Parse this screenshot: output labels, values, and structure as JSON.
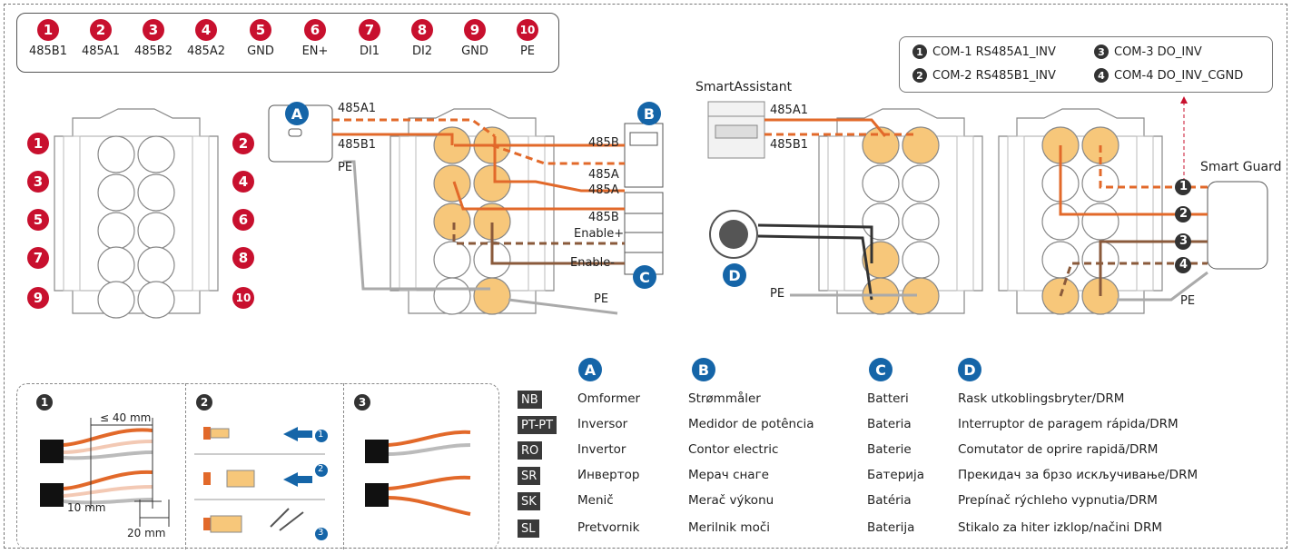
{
  "pins": [
    {
      "num": "1",
      "label": "485B1"
    },
    {
      "num": "2",
      "label": "485A1"
    },
    {
      "num": "3",
      "label": "485B2"
    },
    {
      "num": "4",
      "label": "485A2"
    },
    {
      "num": "5",
      "label": "GND"
    },
    {
      "num": "6",
      "label": "EN+"
    },
    {
      "num": "7",
      "label": "DI1"
    },
    {
      "num": "8",
      "label": "DI2"
    },
    {
      "num": "9",
      "label": "GND"
    },
    {
      "num": "10",
      "label": "PE"
    }
  ],
  "terminal_numbers": {
    "left": [
      "1",
      "3",
      "5",
      "7",
      "9"
    ],
    "right": [
      "2",
      "4",
      "6",
      "8",
      "10"
    ]
  },
  "com_legend": [
    {
      "num": "1",
      "text": "COM-1 RS485A1_INV"
    },
    {
      "num": "3",
      "text": "COM-3 DO_INV"
    },
    {
      "num": "2",
      "text": "COM-2 RS485B1_INV"
    },
    {
      "num": "4",
      "text": "COM-4 DO_INV_CGND"
    }
  ],
  "diagram1": {
    "badge_a": "A",
    "badge_b": "B",
    "badge_c": "C",
    "label_485a1": "485A1",
    "label_485b1": "485B1",
    "label_pe_left": "PE",
    "label_485b_meter": "485B",
    "label_485a_meter": "485A",
    "label_485a_batt": "485A",
    "label_485b_batt": "485B",
    "label_enable_plus": "Enable+",
    "label_enable_minus": "Enable-",
    "label_pe_right": "PE"
  },
  "diagram2": {
    "smartassistant": "SmartAssistant",
    "label_485a1": "485A1",
    "label_485b1": "485B1",
    "badge_d": "D",
    "label_pe": "PE"
  },
  "diagram3": {
    "smart_guard": "Smart Guard",
    "pins": [
      "1",
      "2",
      "3",
      "4"
    ],
    "label_pe": "PE"
  },
  "steps": {
    "s1": "1",
    "s2": "2",
    "s3": "3",
    "len40": "≤ 40 mm",
    "len10": "10 mm",
    "len20": "20 mm",
    "arrow1": "1",
    "arrow2": "2",
    "arrow3": "3"
  },
  "translation_table": {
    "headers": [
      "A",
      "B",
      "C",
      "D"
    ],
    "rows": [
      {
        "lang": "NB",
        "a": "Omformer",
        "b": "Strømmåler",
        "c": "Batteri",
        "d": "Rask utkoblingsbryter/DRM"
      },
      {
        "lang": "PT-PT",
        "a": "Inversor",
        "b": "Medidor de potência",
        "c": "Bateria",
        "d": "Interruptor de paragem rápida/DRM"
      },
      {
        "lang": "RO",
        "a": "Invertor",
        "b": "Contor electric",
        "c": "Baterie",
        "d": "Comutator de oprire rapidă/DRM"
      },
      {
        "lang": "SR",
        "a": "Инвертор",
        "b": "Мерач снаге",
        "c": "Батерија",
        "d": "Прекидач за брзо искључивање/DRM"
      },
      {
        "lang": "SK",
        "a": "Menič",
        "b": "Merač výkonu",
        "c": "Batéria",
        "d": "Prepínač rýchleho vypnutia/DRM"
      },
      {
        "lang": "SL",
        "a": "Pretvornik",
        "b": "Merilnik moči",
        "c": "Baterija",
        "d": "Stikalo za hiter izklop/načini DRM"
      }
    ]
  },
  "colors": {
    "red": "#c8102e",
    "blue": "#1565a8",
    "orange": "#e2692a",
    "brown": "#8a5a3b",
    "gray": "#a8a8a8",
    "yellow": "#f7c77a"
  }
}
